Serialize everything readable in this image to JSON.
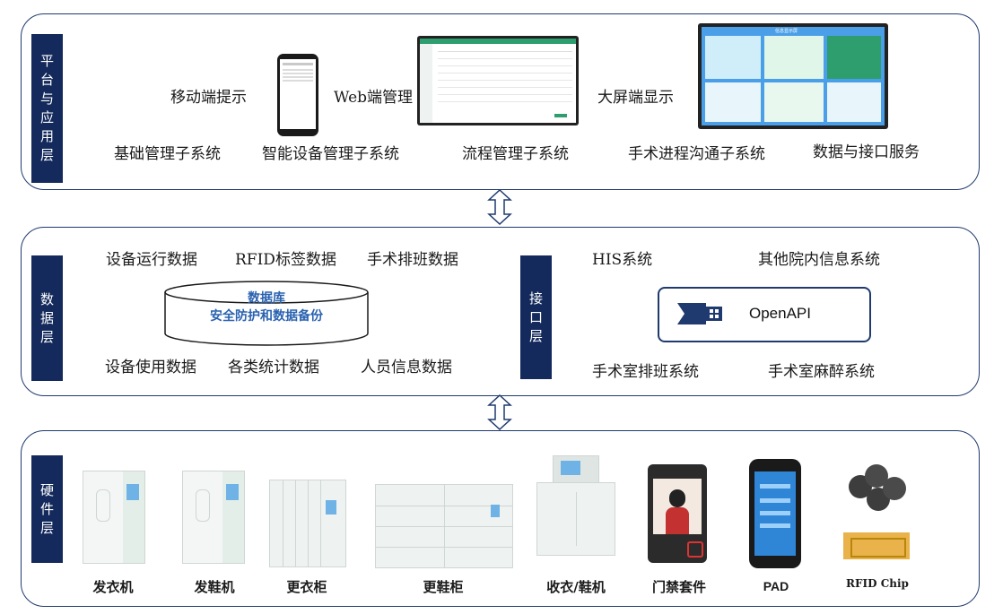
{
  "layers": {
    "platform": {
      "tag": "平台与应用层",
      "mobile_label": "移动端提示",
      "web_label": "Web端管理",
      "bigscreen_label": "大屏端显示",
      "bigscreen_title": "信息显示屏",
      "subsystems": [
        "基础管理子系统",
        "智能设备管理子系统",
        "流程管理子系统",
        "手术进程沟通子系统",
        "数据与接口服务"
      ]
    },
    "data": {
      "tag": "数据层",
      "top_items": [
        "设备运行数据",
        "RFID标签数据",
        "手术排班数据"
      ],
      "bottom_items": [
        "设备使用数据",
        "各类统计数据",
        "人员信息数据"
      ],
      "db_line1": "数据库",
      "db_line2": "安全防护和数据备份"
    },
    "interface": {
      "tag": "接口层",
      "top_items": [
        "HIS系统",
        "其他院内信息系统"
      ],
      "bottom_items": [
        "手术室排班系统",
        "手术室麻醉系统"
      ],
      "openapi_label": "OpenAPI"
    },
    "hardware": {
      "tag": "硬件层",
      "devices": [
        "发衣机",
        "发鞋机",
        "更衣柜",
        "更鞋柜",
        "收衣/鞋机",
        "门禁套件",
        "PAD",
        "RFID Chip"
      ]
    }
  },
  "colors": {
    "navy": "#142a5c",
    "border": "#1f3a6e",
    "db_text": "#2a62b0",
    "openapi": "#1f3a6e",
    "screen_bg": "#4a9fe8"
  }
}
